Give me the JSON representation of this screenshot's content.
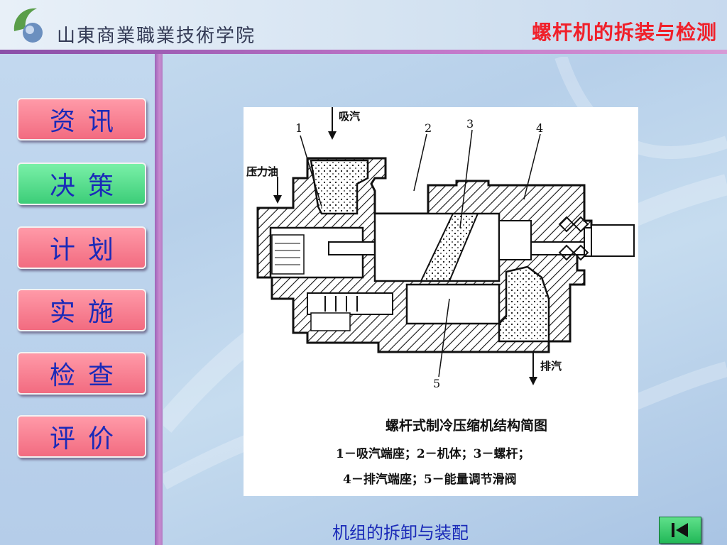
{
  "header": {
    "school_name": "山東商業職業技術学院",
    "title": "螺杆机的拆装与检测"
  },
  "sidebar": {
    "items": [
      {
        "label": "资讯",
        "color": "#f26b80"
      },
      {
        "label": "决策",
        "color": "#3ccd78"
      },
      {
        "label": "计划",
        "color": "#f26b80"
      },
      {
        "label": "实施",
        "color": "#f26b80"
      },
      {
        "label": "检查",
        "color": "#f26b80"
      },
      {
        "label": "评价",
        "color": "#f26b80"
      }
    ]
  },
  "figure": {
    "callouts": [
      "1",
      "2",
      "3",
      "4",
      "5"
    ],
    "suction": "吸汽",
    "pressure_oil": "压力油",
    "discharge": "排汽",
    "caption_title": "螺杆式制冷压缩机结构简图",
    "caption_line1": "1－吸汽端座；2－机体；3－螺杆；",
    "caption_line2": "4－排汽端座；5－能量调节滑阀"
  },
  "footer": {
    "title": "机组的拆卸与装配",
    "back_icon": "skip-back-icon"
  },
  "colors": {
    "accent_title": "#f0202a",
    "nav_text": "#1a2ab8",
    "nav_active": "#3ccd78",
    "nav_default": "#f26b80"
  }
}
